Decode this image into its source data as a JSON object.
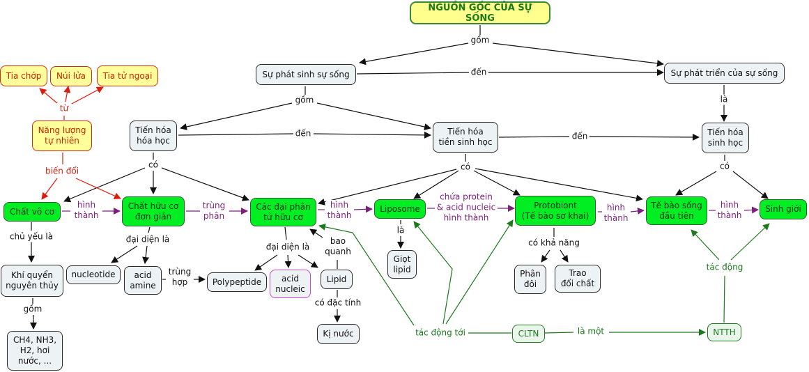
{
  "title": "NGUỒN GỐC CỦA SỰ SỐNG",
  "colors": {
    "main_edge": "#111111",
    "formation_edge": "#7d1f7d",
    "energy_edge": "#d42010",
    "selection_edge": "#1a7a1a",
    "green_node": "#00ee22",
    "gray_node": "#edf3f5",
    "yellow_node": "#ffff9c"
  },
  "nodes": {
    "root": "NGUỒN GỐC CỦA SỰ SỐNG",
    "phat_sinh": "Sự phát sinh sự sống",
    "phat_trien": "Sự phát triển của sự sống",
    "th_hoa_hoc": "Tiến hóa\nhóa học",
    "th_tien_sinh_hoc": "Tiến hóa\ntiền sinh học",
    "th_sinh_hoc": "Tiến hóa\nsinh học",
    "tia_chop": "Tia chớp",
    "nui_lua": "Núi lửa",
    "tia_tu_ngoai": "Tia tử ngoại",
    "nang_luong": "Năng lượng\ntự nhiên",
    "chat_vo_co": "Chất vô cơ",
    "chat_huu_co": "Chất hữu cơ\nđơn giản",
    "dai_phan_tu": "Các đại phân\ntử hữu cơ",
    "liposome": "Liposome",
    "protobiont": "Protobiont\n(Tế bào sơ khai)",
    "te_bao_song": "Tế bào sống\nđầu tiên",
    "sinh_gioi": "Sinh giới",
    "khi_quyen": "Khí quyển\nnguyên thủy",
    "ch4": "CH4, NH3,\nH2, hơi\nnước, ...",
    "nucleotide": "nucleotide",
    "acid_amine": "acid\namine",
    "polypeptide": "Polypeptide",
    "acid_nucleic": "acid\nnucleic",
    "lipid": "Lipid",
    "ki_nuoc": "Kị nước",
    "giot_lipid": "Giọt\nlipid",
    "phan_doi": "Phân\nđôi",
    "trao_doi": "Trao\nđổi chất",
    "cltn": "CLTN",
    "ntth": "NTTH"
  },
  "labels": {
    "gom_root": "gồm",
    "den_top": "đến",
    "gom_ps": "gồm",
    "den_hh": "đến",
    "den_tsh": "đến",
    "la_pt": "là",
    "co_hh": "có",
    "co_tsh": "có",
    "co_sh": "có",
    "tu": "từ",
    "bien_doi": "biến đổi",
    "hinh_thanh_1": "hình\nthành",
    "trung_phan": "trùng\nphân",
    "hinh_thanh_2": "hình\nthành",
    "chua_protein": "chứa protein\n& acid nucleic\nhình thành",
    "hinh_thanh_3": "hình\nthành",
    "hinh_thanh_4": "hình\nthành",
    "chu_yeu_la": "chủ yếu là",
    "gom_kq": "gồm",
    "dai_dien_1": "đại diện là",
    "trung_hop": "trùng\nhợp",
    "dai_dien_2": "đại diện là",
    "bao_quanh": "bao\nquanh",
    "co_dac_tinh": "có đặc tính",
    "la_lipo": "là",
    "co_kha_nang": "có khả năng",
    "tac_dong_toi": "tác động tới",
    "la_mot": "là một",
    "tac_dong": "tác động"
  }
}
